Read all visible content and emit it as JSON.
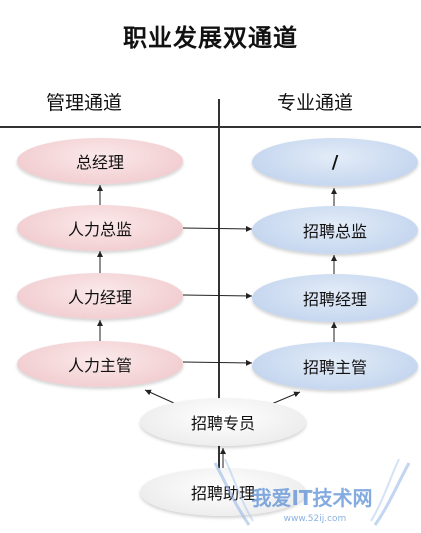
{
  "title": "职业发展双通道",
  "headers": {
    "left": "管理通道",
    "right": "专业通道"
  },
  "management": [
    {
      "label": "总经理"
    },
    {
      "label": "人力总监"
    },
    {
      "label": "人力经理"
    },
    {
      "label": "人力主管"
    }
  ],
  "professional": [
    {
      "label": "/"
    },
    {
      "label": "招聘总监"
    },
    {
      "label": "招聘经理"
    },
    {
      "label": "招聘主管"
    }
  ],
  "shared": [
    {
      "label": "招聘专员"
    },
    {
      "label": "招聘助理"
    }
  ],
  "colors": {
    "management": "#f2cfd2",
    "professional": "#c6d7ef",
    "shared": "#eeeeee",
    "watermark": "#5a8fd6"
  },
  "watermark": {
    "text": "我爱IT技术网",
    "url": "www.52ij.com"
  }
}
